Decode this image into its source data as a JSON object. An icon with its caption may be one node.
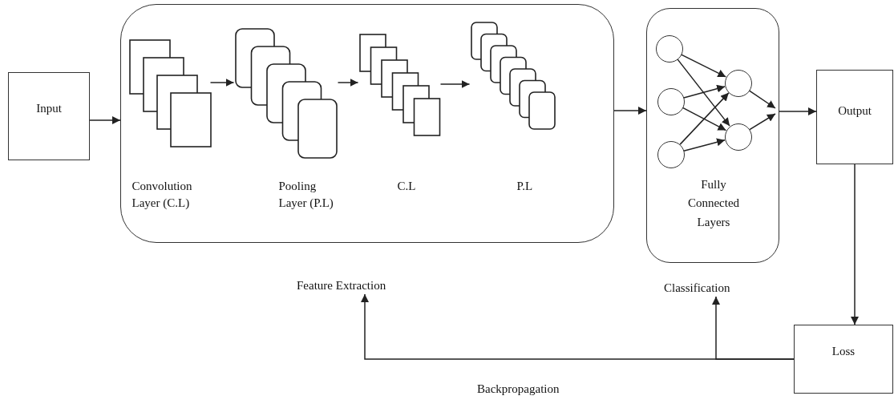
{
  "diagram": {
    "nodes": [
      {
        "text": [
          "Input"
        ]
      },
      {
        "text": [],
        "shape": "box"
      },
      {
        "text": [
          "Convolution Layer (C.L)"
        ],
        "in": 1
      },
      {
        "text": [
          "Pooling Layer (P.L)"
        ],
        "in": 1
      },
      {
        "text": [
          "C.L"
        ],
        "in": 1
      },
      {
        "text": [
          "P.L"
        ],
        "in": 1
      },
      {
        "text": [
          "Fully Connected Layers"
        ]
      },
      {
        "text": [],
        "shape": "circle",
        "in": 6
      },
      {
        "text": [],
        "shape": "circle",
        "in": 6
      },
      {
        "text": [],
        "shape": "circle",
        "in": 6
      },
      {
        "text": [],
        "shape": "circle",
        "in": 6
      },
      {
        "text": [],
        "shape": "circle",
        "in": 6
      },
      {
        "text": [
          "Output"
        ]
      },
      {
        "text": [
          "Loss"
        ]
      },
      {
        "text": [
          "Feature Extraction"
        ]
      },
      {
        "text": [
          "Classification"
        ]
      }
    ],
    "edges": [
      {
        "from": 0,
        "to": 1,
        "arrow": "to"
      },
      {
        "from": 2,
        "to": 3,
        "arrow": "to"
      },
      {
        "from": 3,
        "to": 4,
        "arrow": "to"
      },
      {
        "from": 4,
        "to": 5,
        "arrow": "to"
      },
      {
        "from": 1,
        "to": 6,
        "arrow": "to"
      },
      {
        "from": 7,
        "to": 10,
        "arrow": "to"
      },
      {
        "from": 7,
        "to": 11,
        "arrow": "to"
      },
      {
        "from": 8,
        "to": 10,
        "arrow": "to"
      },
      {
        "from": 8,
        "to": 11,
        "arrow": "to"
      },
      {
        "from": 9,
        "to": 10,
        "arrow": "to"
      },
      {
        "from": 9,
        "to": 11,
        "arrow": "to"
      },
      {
        "from": 10,
        "to": 6,
        "arrow": "to"
      },
      {
        "from": 11,
        "to": 6,
        "arrow": "to"
      },
      {
        "from": 6,
        "to": 12,
        "arrow": "to"
      },
      {
        "from": 12,
        "to": 13,
        "arrow": "to"
      },
      {
        "from": 13,
        "to": 14,
        "arrow": "to",
        "label": "Backpropagation"
      },
      {
        "from": 13,
        "to": 15,
        "arrow": "to"
      }
    ]
  }
}
